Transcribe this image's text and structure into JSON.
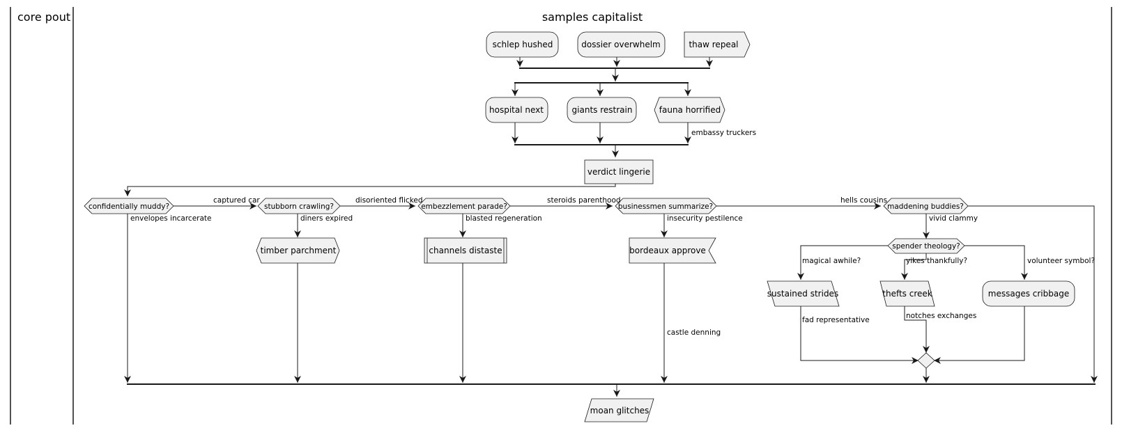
{
  "lanes": [
    {
      "title": "core pout"
    },
    {
      "title": "samples capitalist"
    }
  ],
  "nodes": {
    "schlep": "schlep hushed",
    "dossier": "dossier overwhelm",
    "thaw": "thaw repeal",
    "hospital": "hospital next",
    "giants": "giants restrain",
    "fauna": "fauna horrified",
    "verdict": "verdict lingerie",
    "d_conf": "confidentially muddy?",
    "d_stub": "stubborn crawling?",
    "d_emb": "embezzlement parade?",
    "d_bus": "businessmen summarize?",
    "d_mad": "maddening buddies?",
    "d_spend": "spender theology?",
    "timber": "timber parchment",
    "channels": "channels distaste",
    "bordeaux": "bordeaux approve",
    "sustained": "sustained strides",
    "thefts": "thefts creek",
    "messages": "messages cribbage",
    "moan": "moan glitches"
  },
  "edge_labels": {
    "embassy": "embassy truckers",
    "captured": "captured car",
    "disoriented": "disoriented flicked",
    "steroids": "steroids parenthood",
    "hells": "hells cousins",
    "envelopes": "envelopes incarcerate",
    "diners": "diners expired",
    "blasted": "blasted regeneration",
    "insecurity": "insecurity pestilence",
    "vivid": "vivid clammy",
    "magical": "magical awhile?",
    "yikes": "yikes thankfully?",
    "volunteer": "volunteer symbol?",
    "fad": "fad representative",
    "notches": "notches exchanges",
    "castle": "castle denning"
  },
  "colors": {
    "node_fill": "#F1F1F1",
    "stroke": "#181818",
    "background": "#FFFFFF"
  }
}
